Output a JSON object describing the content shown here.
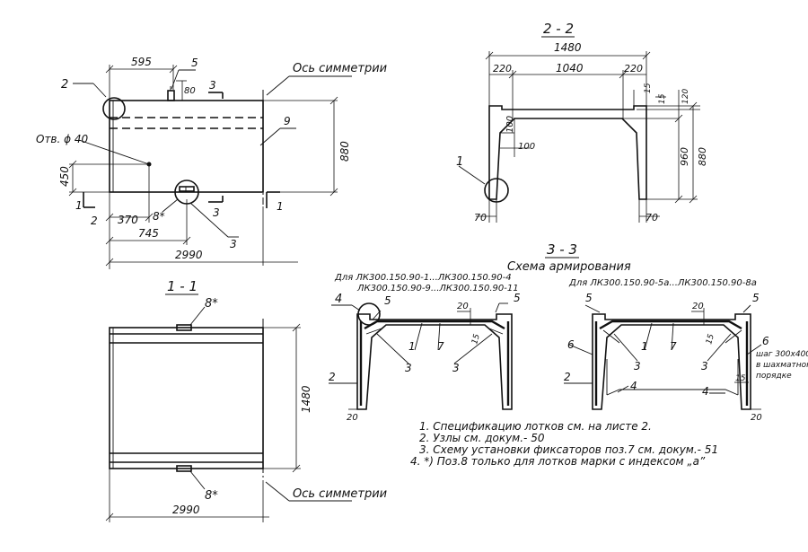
{
  "plan": {
    "dim_595": "595",
    "mark_5": "5",
    "dim_80": "80",
    "sect_3a": "3",
    "axis_label": "Ось симметрии",
    "mark_2": "2",
    "mark_9": "9",
    "hole_label": "Отв. ϕ 40",
    "dim_880": "880",
    "dim_450": "450",
    "sect_1a": "1",
    "sect_2b": "2",
    "dim_370": "370",
    "mark_8star": "8*",
    "sect_3b": "3",
    "sect_1b": "1",
    "dim_745": "745",
    "mark_3": "3",
    "dim_2990": "2990"
  },
  "section22": {
    "title": "2 - 2",
    "dim_1480": "1480",
    "dim_220a": "220",
    "dim_1040": "1040",
    "dim_220b": "220",
    "dim_15a": "15",
    "dim_15b": "15",
    "dim_120": "120",
    "dim_100a": "100",
    "dim_100b": "100",
    "dim_960": "960",
    "dim_880": "880",
    "mark_1": "1",
    "dim_70a": "70",
    "dim_70b": "70"
  },
  "section11": {
    "title": "1 - 1",
    "mark_8a": "8*",
    "dim_1480": "1480",
    "mark_8b": "8*",
    "axis_label": "Ось симметрии",
    "dim_2990": "2990"
  },
  "section33": {
    "title": "3 - 3",
    "scheme_title": "Схема армирования",
    "left_caption_1": "Для ЛК300.150.90-1...ЛК300.150.90-4",
    "left_caption_2": "ЛК300.150.90-9...ЛК300.150.90-11",
    "l_mark_4": "4",
    "l_mark_5a": "5",
    "l_dim_20a": "20",
    "l_mark_5b": "5",
    "l_mark_1": "1",
    "l_mark_7": "7",
    "l_dim_15": "15",
    "l_mark_3a": "3",
    "l_mark_3b": "3",
    "l_mark_2": "2",
    "l_dim_20b": "20",
    "right_caption": "Для ЛК300.150.90-5а...ЛК300.150.90-8а",
    "r_mark_5a": "5",
    "r_mark_5b": "5",
    "r_dim_20": "20",
    "r_mark_6a": "6",
    "r_mark_1": "1",
    "r_mark_7": "7",
    "r_dim_15a": "15",
    "r_mark_3a": "3",
    "r_mark_3b": "3",
    "r_mark_6b": "6",
    "r_note_1": "шаг 300х400",
    "r_note_2": "в шахматном",
    "r_note_3": "порядке",
    "r_mark_2": "2",
    "r_mark_4a": "4",
    "r_mark_4b": "4",
    "r_dim_15b": "15",
    "r_dim_20b": "20"
  },
  "notes": [
    "1. Спецификацию лотков см. на листе 2.",
    "2. Узлы   см.  докум.- 50",
    "3. Схему установки фиксаторов поз.7  см. докум.- 51",
    "4. *) Поз.8 только для лотков марки с индексом „а”"
  ]
}
